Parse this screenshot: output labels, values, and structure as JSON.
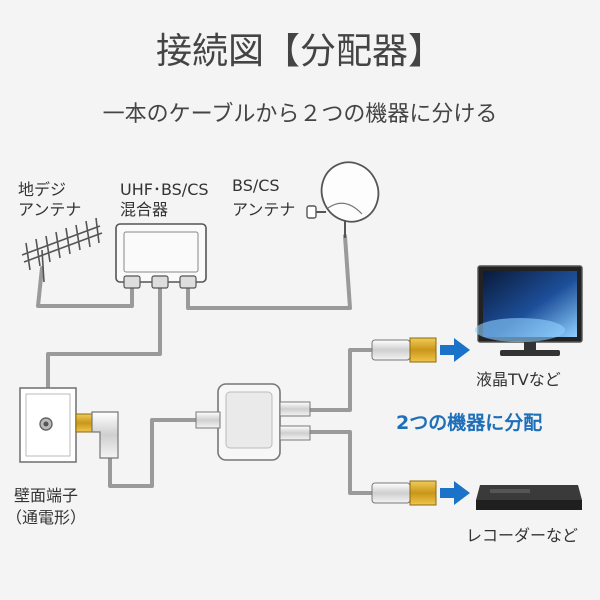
{
  "title": "接続図【分配器】",
  "subtitle": "一本のケーブルから２つの機器に分ける",
  "labels": {
    "terrestrial_antenna": [
      "地デジ",
      "アンテナ"
    ],
    "mixer": [
      "UHF･BS/CS",
      "混合器"
    ],
    "bscs_antenna": [
      "BS/CS",
      "アンテナ"
    ],
    "wall_outlet": [
      "壁面端子",
      "（通電形）"
    ],
    "tv": "液晶TVなど",
    "recorder": "レコーダーなど",
    "callout": "2つの機器に分配"
  },
  "colors": {
    "accent_blue": "#1e6fba",
    "arrow_blue": "#1a73c8",
    "gold": "#d9a520",
    "cable": "#9a9a9a",
    "device_outline": "#666666"
  },
  "icons": [
    "yagi-antenna-icon",
    "satellite-dish-icon",
    "mixer-box-icon",
    "wall-outlet-icon",
    "splitter-icon",
    "tv-icon",
    "recorder-icon",
    "arrow-right-icon"
  ]
}
